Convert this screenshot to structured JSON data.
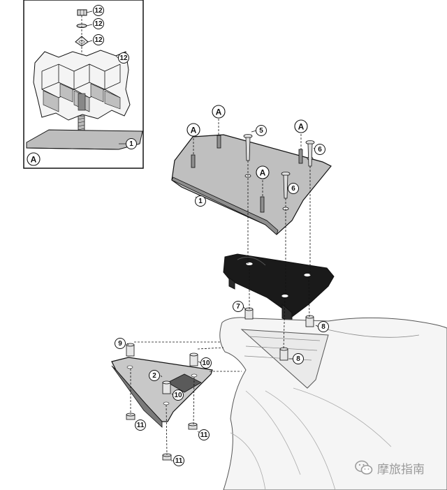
{
  "watermark": {
    "text": "摩旅指南",
    "icon": "wechat-icon"
  },
  "inset": {
    "ref_label": "A"
  },
  "callouts": [
    {
      "n": "12",
      "name": "callout-12-nut"
    },
    {
      "n": "12",
      "name": "callout-12-washer"
    },
    {
      "n": "12",
      "name": "callout-12-spacer"
    },
    {
      "n": "12",
      "name": "callout-12-grid"
    },
    {
      "n": "1",
      "name": "callout-1-inset"
    },
    {
      "n": "5",
      "name": "callout-5"
    },
    {
      "n": "6",
      "name": "callout-6-right"
    },
    {
      "n": "6",
      "name": "callout-6-mid"
    },
    {
      "n": "1",
      "name": "callout-1-plate"
    },
    {
      "n": "7",
      "name": "callout-7"
    },
    {
      "n": "8",
      "name": "callout-8-right"
    },
    {
      "n": "8",
      "name": "callout-8-lower"
    },
    {
      "n": "9",
      "name": "callout-9"
    },
    {
      "n": "10",
      "name": "callout-10-upper"
    },
    {
      "n": "2",
      "name": "callout-2"
    },
    {
      "n": "10",
      "name": "callout-10-lower"
    },
    {
      "n": "11",
      "name": "callout-11-left"
    },
    {
      "n": "11",
      "name": "callout-11-right"
    },
    {
      "n": "11",
      "name": "callout-11-bottom"
    }
  ],
  "ref_markers": [
    "A",
    "A",
    "A",
    "A",
    "A"
  ]
}
